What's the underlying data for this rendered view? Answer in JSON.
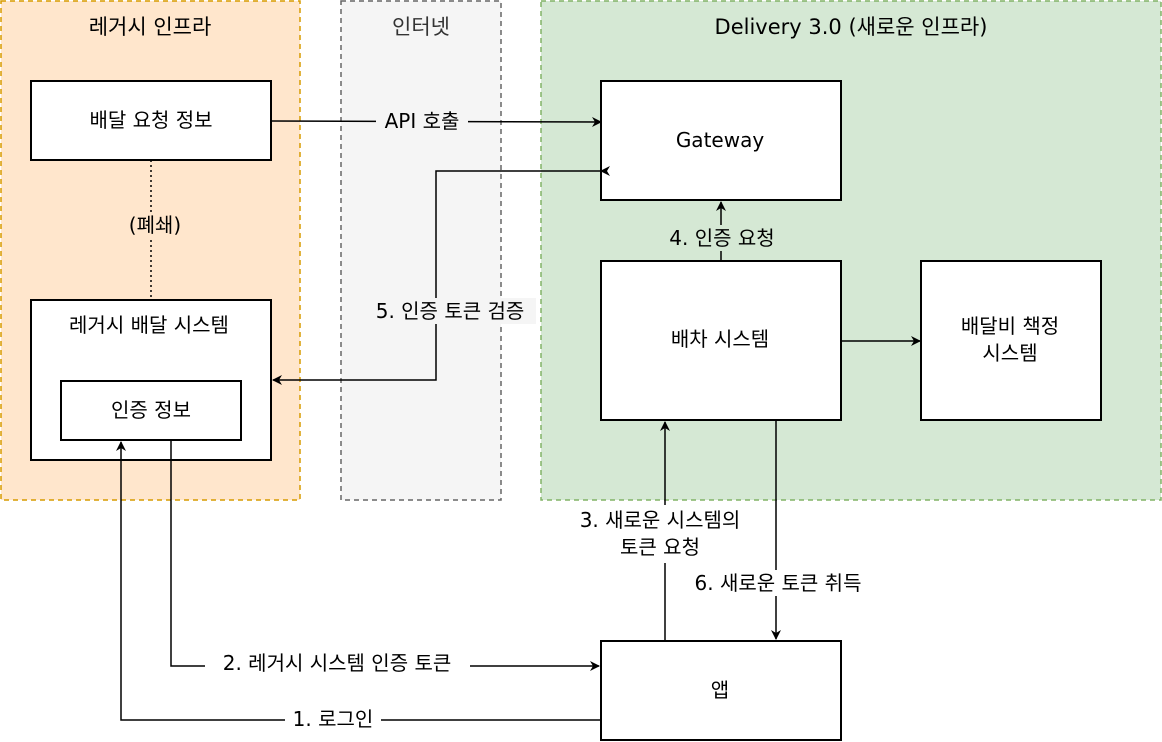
{
  "colors": {
    "legacy_fill": "#ffe6cc",
    "legacy_stroke": "#d79b00",
    "internet_fill": "#f5f5f5",
    "internet_stroke": "#666666",
    "delivery_fill": "#d5e8d4",
    "delivery_stroke": "#82b366",
    "line": "#000000"
  },
  "zones": {
    "legacy": "레거시 인프라",
    "internet": "인터넷",
    "delivery": "Delivery 3.0 (새로운 인프라)"
  },
  "boxes": {
    "delivery_request_info": "배달 요청 정보",
    "legacy_delivery_system": "레거시 배달 시스템",
    "auth_info": "인증 정보",
    "gateway": "Gateway",
    "dispatch_system": "배차 시스템",
    "fee_system_line1": "배달비 책정",
    "fee_system_line2": "시스템",
    "app": "앱"
  },
  "edges": {
    "api_call": "API 호출",
    "closed": "(폐쇄)",
    "auth_request": "4. 인증 요청",
    "verify_token": "5. 인증 토큰 검증",
    "request_new_token_line1": "3. 새로운 시스템의",
    "request_new_token_line2": "토큰 요청",
    "acquire_new_token": "6. 새로운 토큰 취득",
    "legacy_auth_token": "2. 레거시 시스템 인증 토큰",
    "login": "1. 로그인"
  }
}
